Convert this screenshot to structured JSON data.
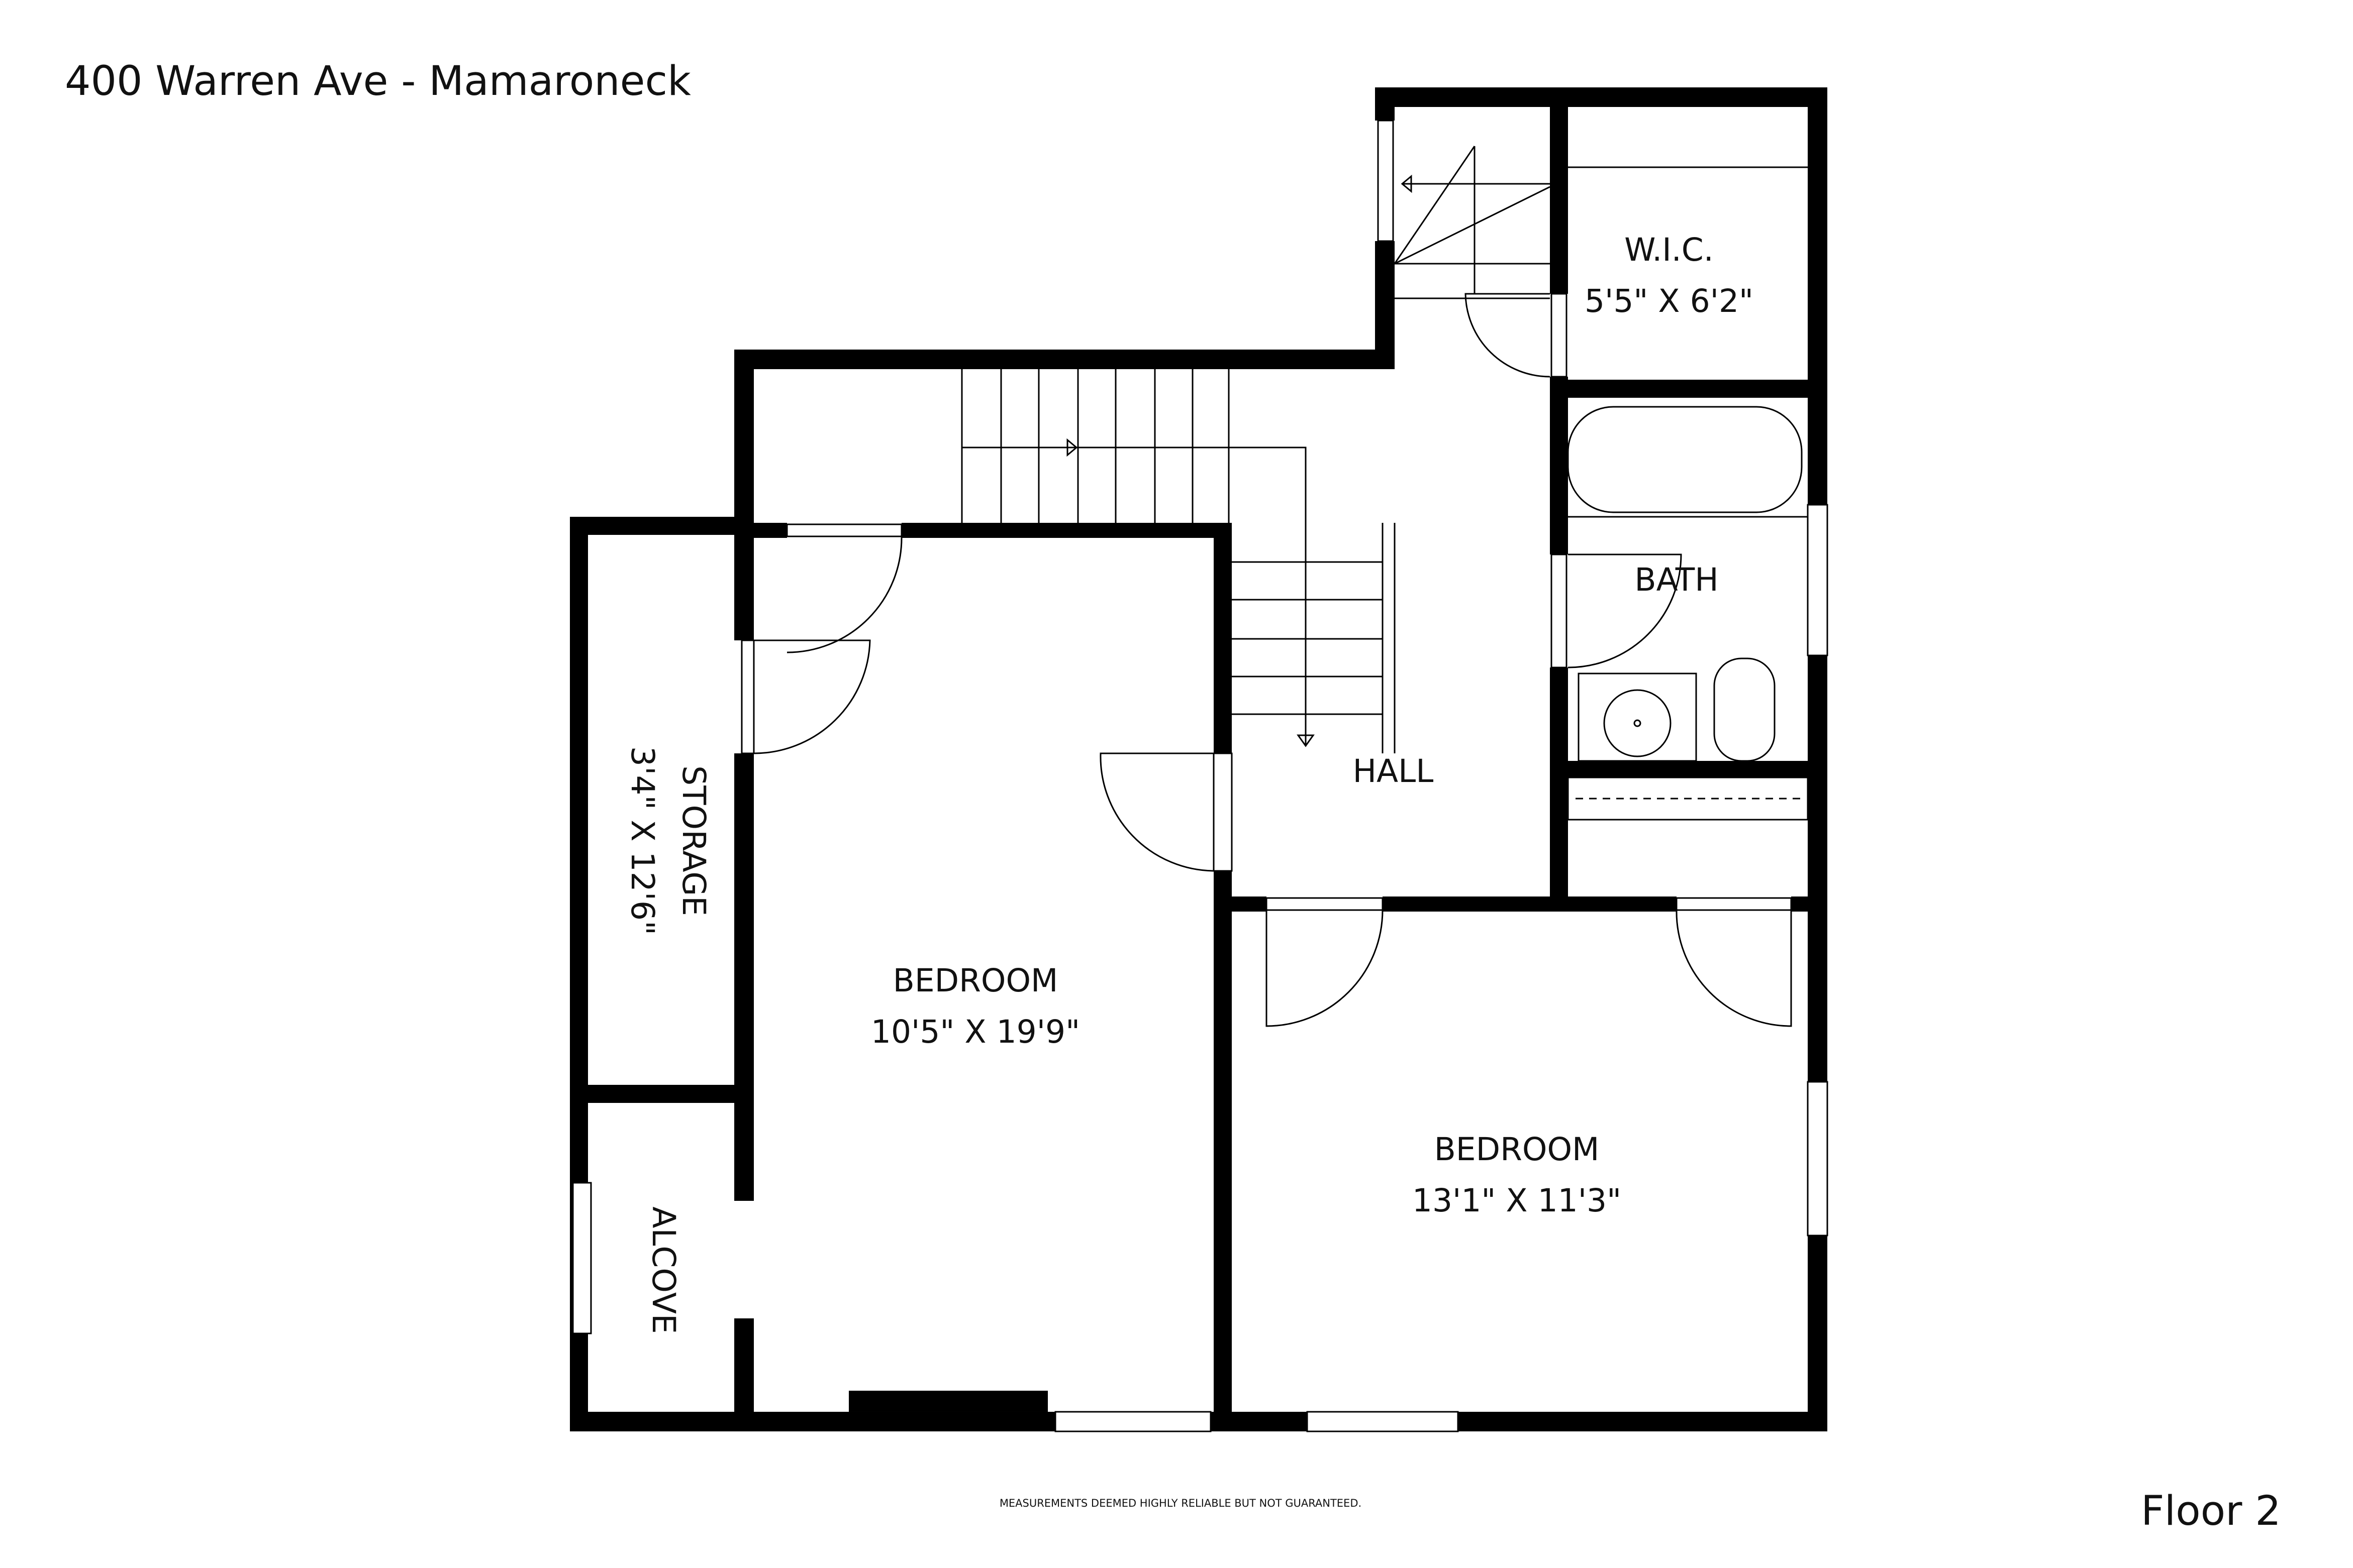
{
  "title": "400 Warren Ave - Mamaroneck",
  "floor_label": "Floor 2",
  "disclaimer": "MEASUREMENTS DEEMED HIGHLY RELIABLE BUT NOT GUARANTEED.",
  "rooms": {
    "wic": {
      "name": "W.I.C.",
      "dims": "5'5\" X 6'2\""
    },
    "bath": {
      "name": "BATH"
    },
    "hall": {
      "name": "HALL"
    },
    "storage": {
      "name": "STORAGE",
      "dims": "3'4\" X 12'6\""
    },
    "alcove": {
      "name": "ALCOVE"
    },
    "bedroom1": {
      "name": "BEDROOM",
      "dims": "10'5\" X 19'9\""
    },
    "bedroom2": {
      "name": "BEDROOM",
      "dims": "13'1\" X 11'3\""
    }
  }
}
